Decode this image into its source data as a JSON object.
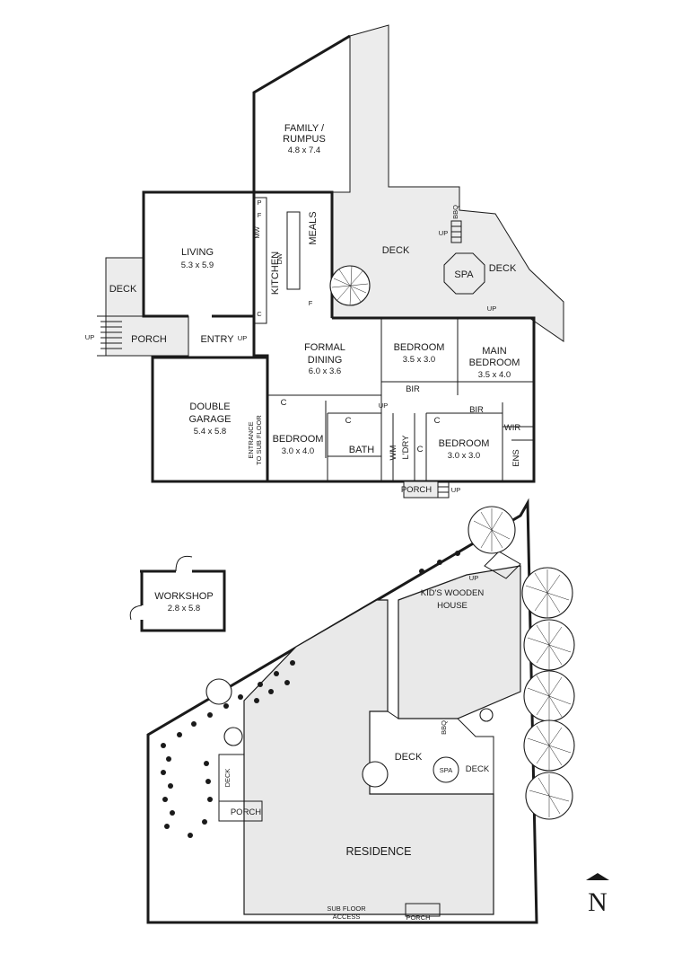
{
  "floor_plan": {
    "rooms": {
      "family_rumpus": {
        "name_line1": "FAMILY /",
        "name_line2": "RUMPUS",
        "dims": "4.8 x 7.4"
      },
      "living": {
        "name": "LIVING",
        "dims": "5.3 x 5.9"
      },
      "deck_west": {
        "name": "DECK"
      },
      "porch_west": {
        "name": "PORCH"
      },
      "entry": {
        "name": "ENTRY"
      },
      "kitchen": {
        "name": "KITCHEN"
      },
      "meals": {
        "name": "MEALS"
      },
      "deck_main": {
        "name": "DECK"
      },
      "deck_spa": {
        "name": "DECK"
      },
      "spa": {
        "name": "SPA"
      },
      "bbq": {
        "name": "BBQ"
      },
      "formal_dining": {
        "name_line1": "FORMAL",
        "name_line2": "DINING",
        "dims": "6.0 x 3.6"
      },
      "bedroom_2": {
        "name": "BEDROOM",
        "dims": "3.5 x 3.0"
      },
      "main_bedroom": {
        "name_line1": "MAIN",
        "name_line2": "BEDROOM",
        "dims": "3.5 x 4.0"
      },
      "double_garage": {
        "name_line1": "DOUBLE",
        "name_line2": "GARAGE",
        "dims": "5.4 x 5.8"
      },
      "bedroom_3": {
        "name": "BEDROOM",
        "dims": "3.0 x 4.0"
      },
      "bath": {
        "name": "BATH"
      },
      "laundry": {
        "name": "L'DRY"
      },
      "bedroom_4": {
        "name": "BEDROOM",
        "dims": "3.0 x 3.0"
      },
      "ensuite": {
        "name": "ENS"
      },
      "porch_south": {
        "name": "PORCH"
      },
      "entrance_subfloor": {
        "line1": "ENTRANCE",
        "line2": "TO SUB FLOOR"
      }
    },
    "fixtures": {
      "bir": "BIR",
      "wir": "WIR",
      "pantry": "P",
      "fridge": "F",
      "microwave": "MW",
      "dishwasher": "DW",
      "cupboard": "C",
      "washing_machine": "WM",
      "up": "UP"
    }
  },
  "workshop": {
    "name": "WORKSHOP",
    "dims": "2.8 x 5.8"
  },
  "site_plan": {
    "kids_house_line1": "KID'S WOODEN",
    "kids_house_line2": "HOUSE",
    "residence": "RESIDENCE",
    "deck": "DECK",
    "deck_west": "DECK",
    "spa": "SPA",
    "deck_spa": "DECK",
    "bbq": "BBQ",
    "porch": "PORCH",
    "porch_south": "PORCH",
    "subfloor_line1": "SUB FLOOR",
    "subfloor_line2": "ACCESS",
    "up": "UP"
  },
  "compass": {
    "label": "N"
  }
}
